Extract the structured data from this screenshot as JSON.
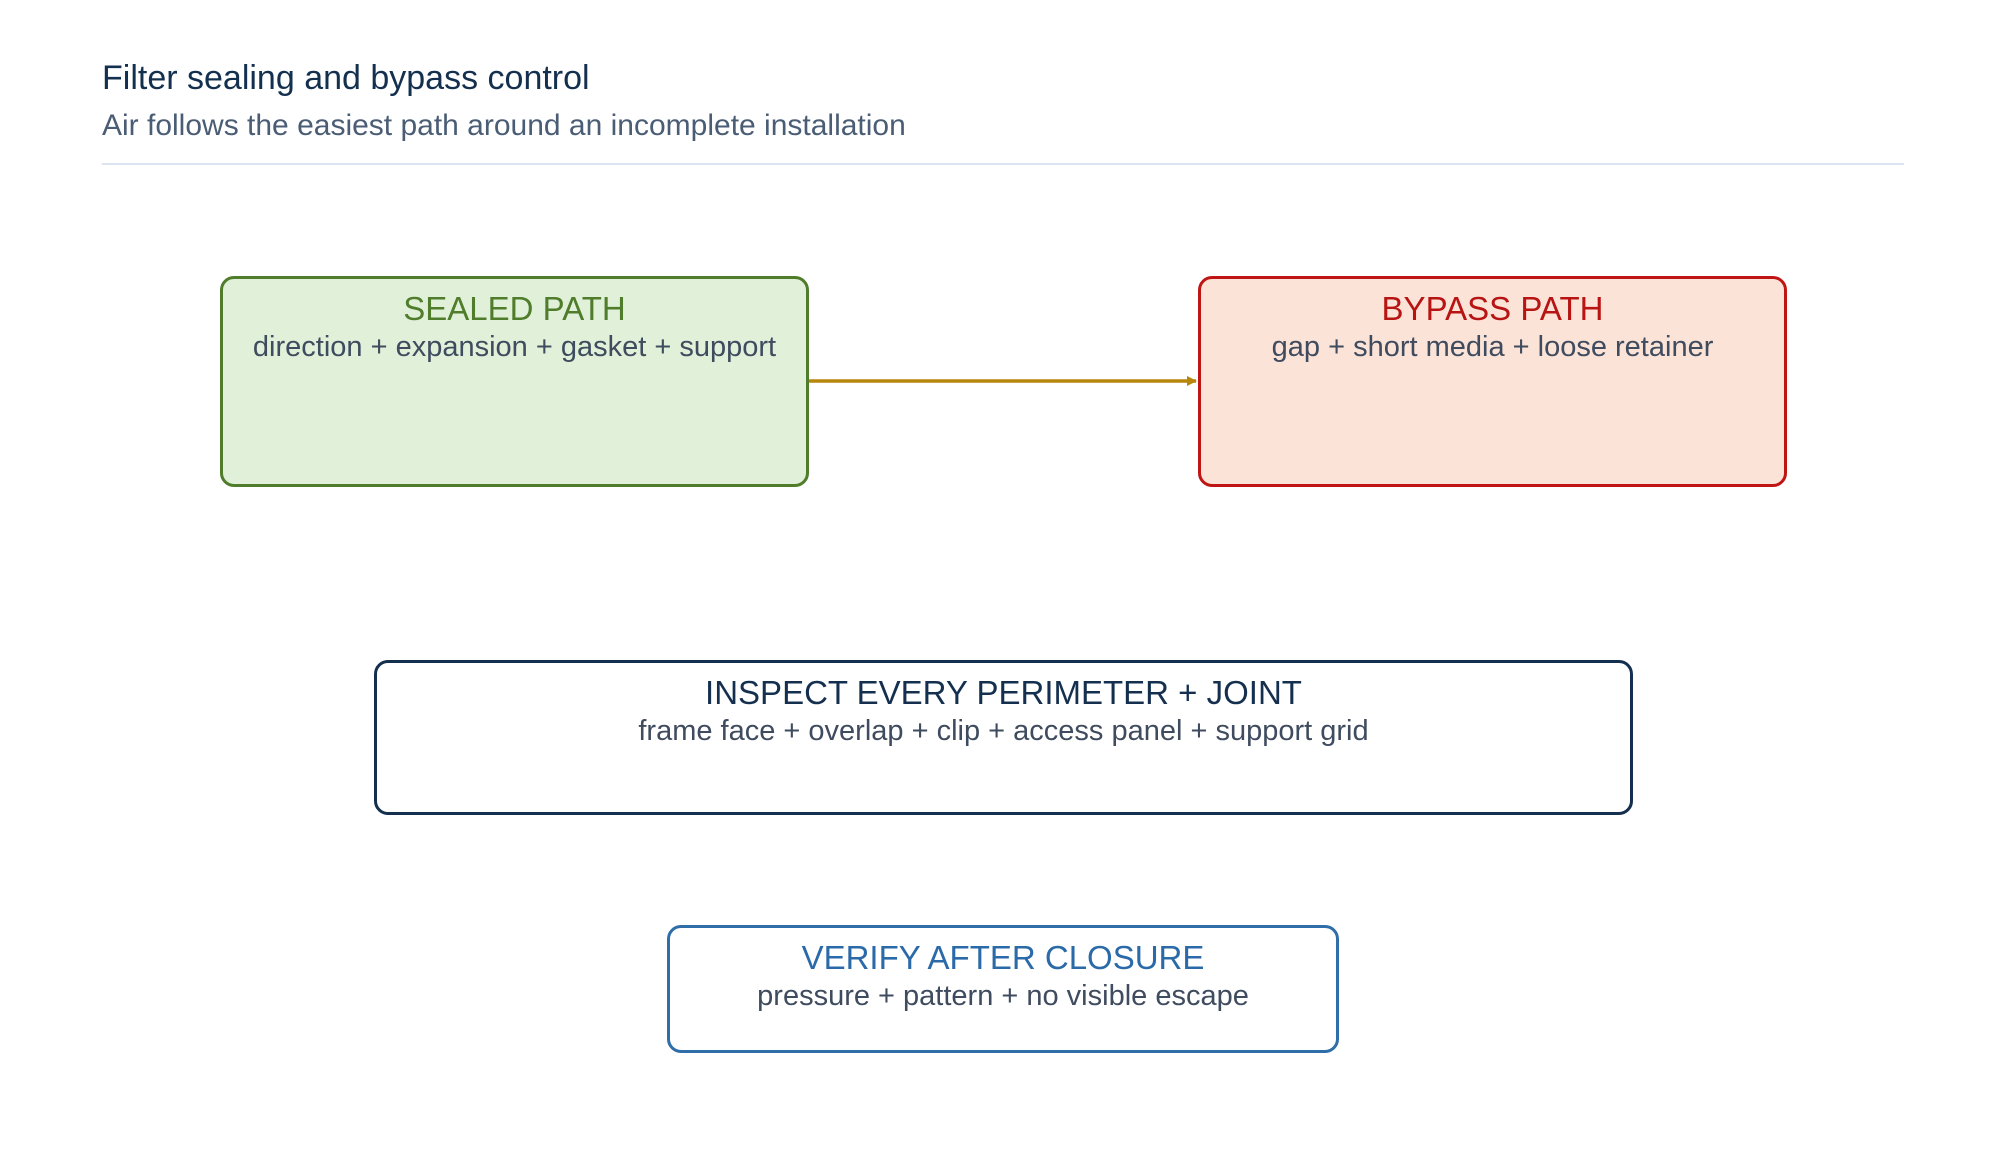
{
  "header": {
    "title": "Filter sealing and bypass control",
    "subtitle": "Air follows the easiest path around an incomplete installation"
  },
  "nodes": {
    "sealed": {
      "title": "SEALED PATH",
      "subtitle": "direction + expansion + gasket + support"
    },
    "bypass": {
      "title": "BYPASS PATH",
      "subtitle": "gap + short media + loose retainer"
    },
    "inspect": {
      "title": "INSPECT EVERY PERIMETER + JOINT",
      "subtitle": "frame face + overlap + clip + access panel + support grid"
    },
    "verify": {
      "title": "VERIFY AFTER CLOSURE",
      "subtitle": "pressure + pattern + no visible escape"
    }
  },
  "edges": [
    {
      "from": "sealed",
      "to": "bypass",
      "color": "#b8860b"
    }
  ],
  "colors": {
    "sealed_border": "#4f7d2b",
    "sealed_fill": "#e1f0d9",
    "bypass_border": "#c01515",
    "bypass_fill": "#fbe3d7",
    "inspect_border": "#15304f",
    "verify_border": "#2f6ea8"
  }
}
